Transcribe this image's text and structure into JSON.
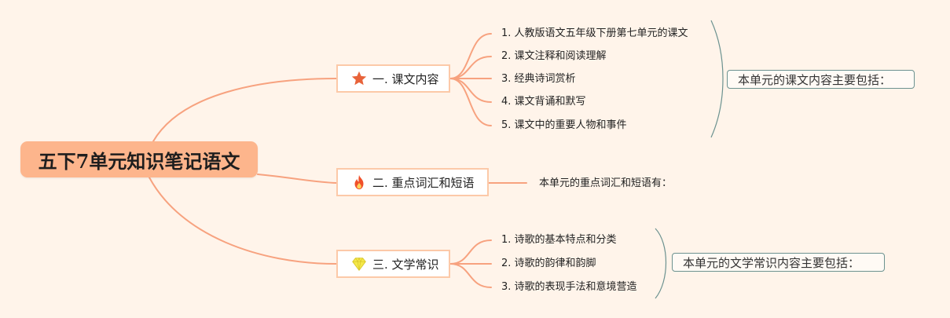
{
  "root": {
    "title": "五下7单元知识笔记语文"
  },
  "branches": [
    {
      "label": "一. 课文内容",
      "icon": "star-icon",
      "leaves": [
        "1. 人教版语文五年级下册第七单元的课文",
        "2. 课文注释和阅读理解",
        "3. 经典诗词赏析",
        "4. 课文背诵和默写",
        "5. 课文中的重要人物和事件"
      ],
      "summary": "本单元的课文内容主要包括："
    },
    {
      "label": "二. 重点词汇和短语",
      "icon": "fire-icon",
      "note": "本单元的重点词汇和短语有："
    },
    {
      "label": "三. 文学常识",
      "icon": "diamond-icon",
      "leaves": [
        "1. 诗歌的基本特点和分类",
        "2. 诗歌的韵律和韵脚",
        "3. 诗歌的表现手法和意境营造"
      ],
      "summary": "本单元的文学常识内容主要包括："
    }
  ],
  "colors": {
    "background": "#fff4ea",
    "root_fill": "#fdb58c",
    "connector": "#f7a27f",
    "branch_border": "#fcc9a8",
    "bracket": "#6c9290",
    "star": "#e8633a",
    "fire": "#f0502a",
    "diamond": "#f5e94a"
  }
}
